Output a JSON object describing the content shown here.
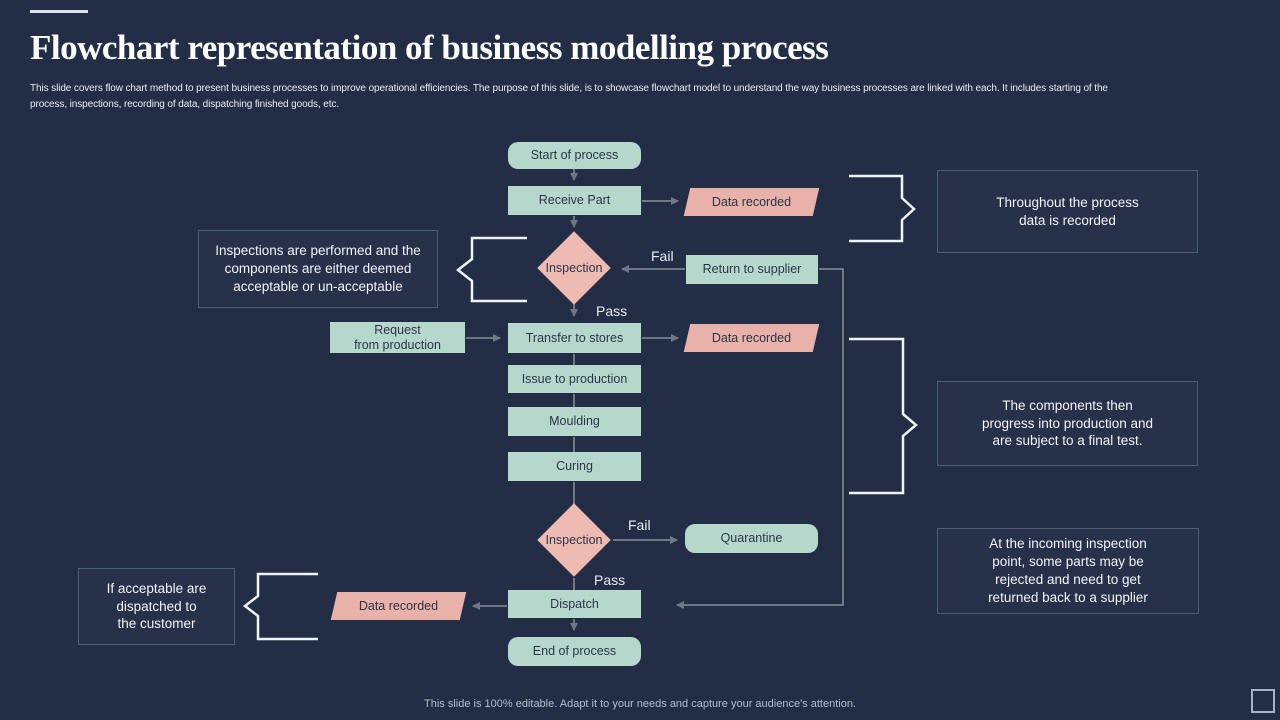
{
  "slide": {
    "title": "Flowchart representation of business modelling process",
    "subtitle": "This slide covers flow chart method to present business processes to improve operational efficiencies. The purpose of this slide, is to showcase flowchart model to understand the way business processes are linked with each. It includes starting of the\nprocess, inspections, recording of data, dispatching finished goods, etc.",
    "footer": "This slide is 100% editable. Adapt it to your needs and capture your audience's attention."
  },
  "colors": {
    "background": "#232d46",
    "mint_node": "#b6d8cc",
    "pink_node": "#e8b1a9",
    "pink_diamond": "#edbbb2",
    "node_text": "#2c3547",
    "connector_gray": "#707886",
    "brace_white": "#edf4f8",
    "annotation_border": "#4e5e79"
  },
  "flowchart": {
    "nodes": {
      "start": "Start of process",
      "receive": "Receive Part",
      "data_recorded_1": "Data recorded",
      "inspection_1": "Inspection",
      "return_to_supplier": "Return to supplier",
      "request_from_production": "Request\nfrom production",
      "transfer_to_stores": "Transfer to stores",
      "data_recorded_2": "Data recorded",
      "issue_to_production": "Issue to production",
      "moulding": "Moulding",
      "curing": "Curing",
      "inspection_2": "Inspection",
      "quarantine": "Quarantine",
      "dispatch": "Dispatch",
      "data_recorded_3": "Data recorded",
      "end": "End of process"
    },
    "labels": {
      "fail_1": "Fail",
      "pass_1": "Pass",
      "fail_2": "Fail",
      "pass_2": "Pass"
    }
  },
  "annotations": {
    "top_right": "Throughout the process\ndata is recorded",
    "left": "Inspections are performed  and the\ncomponents are either deemed\nacceptable or un-acceptable",
    "mid_right": "The components then\nprogress into production and\nare subject to a final test.",
    "bottom_right": "At the incoming inspection\npoint,  some parts may be\nrejected and need to get\nreturned back to a supplier",
    "bottom_left": "If acceptable are\ndispatched to\nthe customer"
  }
}
